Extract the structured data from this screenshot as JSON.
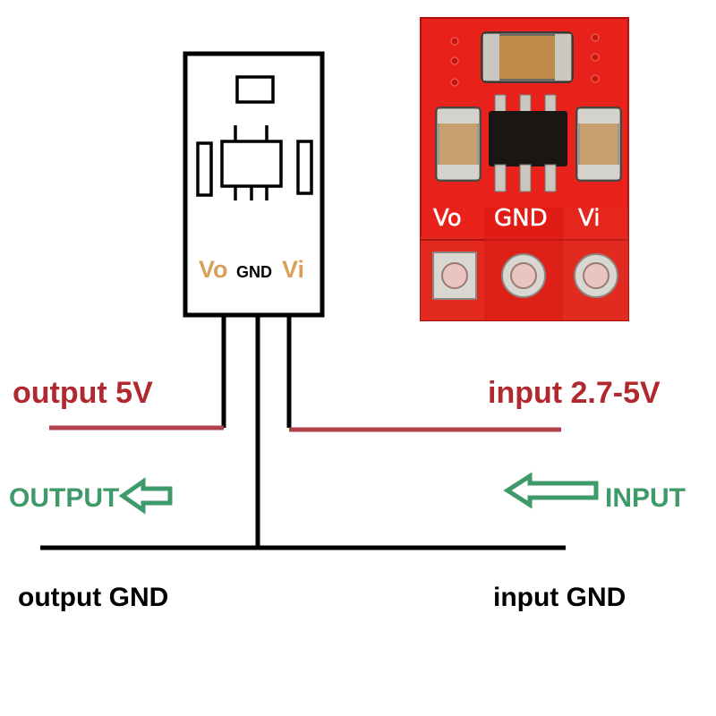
{
  "colors": {
    "background": "#ffffff",
    "line": "#000000",
    "red_wire": "#b0404a",
    "red_text": "#b02830",
    "green": "#3f9a6a",
    "pin_label": "#d9a05a",
    "pcb_red": "#e8211a",
    "pcb_dark": "#b0120e"
  },
  "module": {
    "pin_vo": "Vo",
    "pin_gnd": "GND",
    "pin_vi": "Vi"
  },
  "board": {
    "pin_vo": "Vo",
    "pin_gnd": "GND",
    "pin_vi": "Vi"
  },
  "labels": {
    "output_voltage": "output 5V",
    "input_voltage": "input 2.7-5V",
    "output_arrow": "OUTPUT",
    "input_arrow": "INPUT",
    "output_gnd": "output GND",
    "input_gnd": "input GND"
  }
}
